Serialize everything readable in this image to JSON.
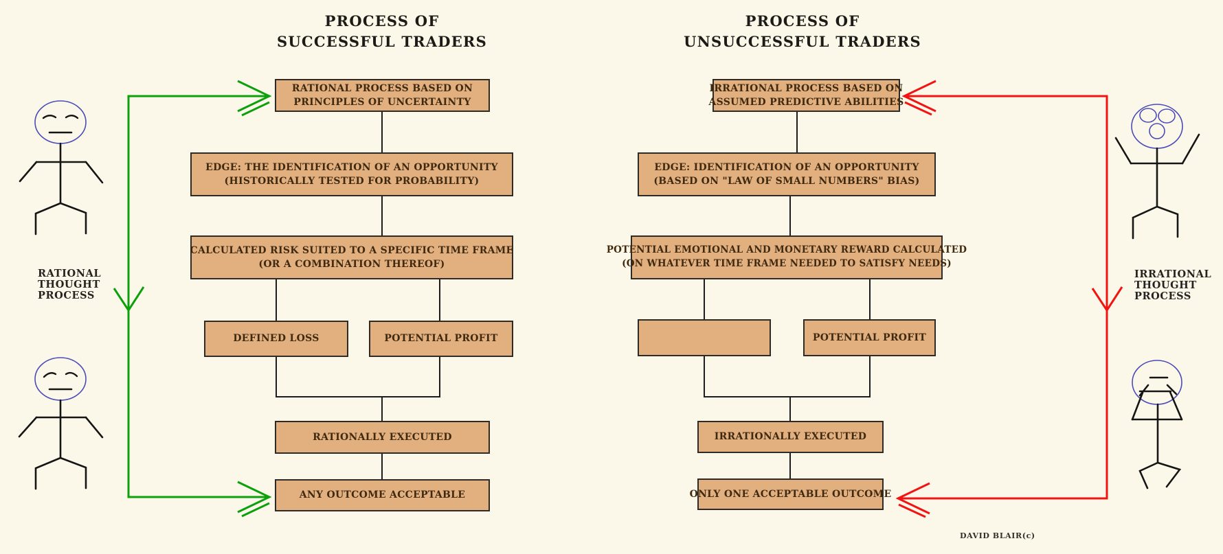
{
  "titles": {
    "left": {
      "line1": "PROCESS OF",
      "line2": "SUCCESSFUL TRADERS"
    },
    "right": {
      "line1": "PROCESS OF",
      "line2": "UNSUCCESSFUL TRADERS"
    }
  },
  "left_flow": {
    "box1": {
      "line1": "RATIONAL PROCESS BASED ON",
      "line2": "PRINCIPLES OF UNCERTAINTY"
    },
    "box2": {
      "line1": "EDGE: THE IDENTIFICATION OF AN OPPORTUNITY",
      "line2": "(HISTORICALLY TESTED FOR PROBABILITY)"
    },
    "box3": {
      "line1": "CALCULATED RISK SUITED TO A SPECIFIC TIME FRAME",
      "line2": "(OR A COMBINATION THEREOF)"
    },
    "box4a": {
      "line1": "DEFINED LOSS"
    },
    "box4b": {
      "line1": "POTENTIAL PROFIT"
    },
    "box5": {
      "line1": "RATIONALLY EXECUTED"
    },
    "box6": {
      "line1": "ANY OUTCOME ACCEPTABLE"
    }
  },
  "right_flow": {
    "box1": {
      "line1": "IRRATIONAL PROCESS BASED ON",
      "line2": "ASSUMED PREDICTIVE ABILITIES"
    },
    "box2": {
      "line1": "EDGE: IDENTIFICATION OF AN OPPORTUNITY",
      "line2": "(BASED ON \"LAW OF SMALL NUMBERS\" BIAS)"
    },
    "box3": {
      "line1": "POTENTIAL EMOTIONAL AND MONETARY REWARD CALCULATED",
      "line2": "(ON WHATEVER TIME FRAME NEEDED TO SATISFY NEEDS)"
    },
    "box4a": {
      "line1": ""
    },
    "box4b": {
      "line1": "POTENTIAL PROFIT"
    },
    "box5": {
      "line1": "IRRATIONALLY EXECUTED"
    },
    "box6": {
      "line1": "ONLY ONE ACCEPTABLE OUTCOME"
    }
  },
  "side_labels": {
    "left": {
      "line1": "RATIONAL",
      "line2": "THOUGHT",
      "line3": "PROCESS"
    },
    "right": {
      "line1": "IRRATIONAL",
      "line2": "THOUGHT",
      "line3": "PROCESS"
    }
  },
  "attribution": "DAVID BLAIR(c)",
  "icons": {
    "top_left_figure": "calm-neutral-stick-figure",
    "bottom_left_figure": "calm-worried-stick-figure",
    "top_right_figure": "excited-open-mouth-stick-figure",
    "bottom_right_figure": "head-in-hands-distressed-stick-figure",
    "left_arrow": "green-rational-flow-arrow",
    "right_arrow": "red-irrational-flow-arrow"
  },
  "colors": {
    "background": "#FCF8E9",
    "box_fill": "#E2AF7F",
    "box_border": "#2E2A25",
    "box_text": "#3F2A10",
    "rational_arrow_green": "#0CA00C",
    "irrational_arrow_red": "#F21313",
    "figure_head_blue": "#4A4AB8",
    "connector_black": "#1C1C1C"
  }
}
